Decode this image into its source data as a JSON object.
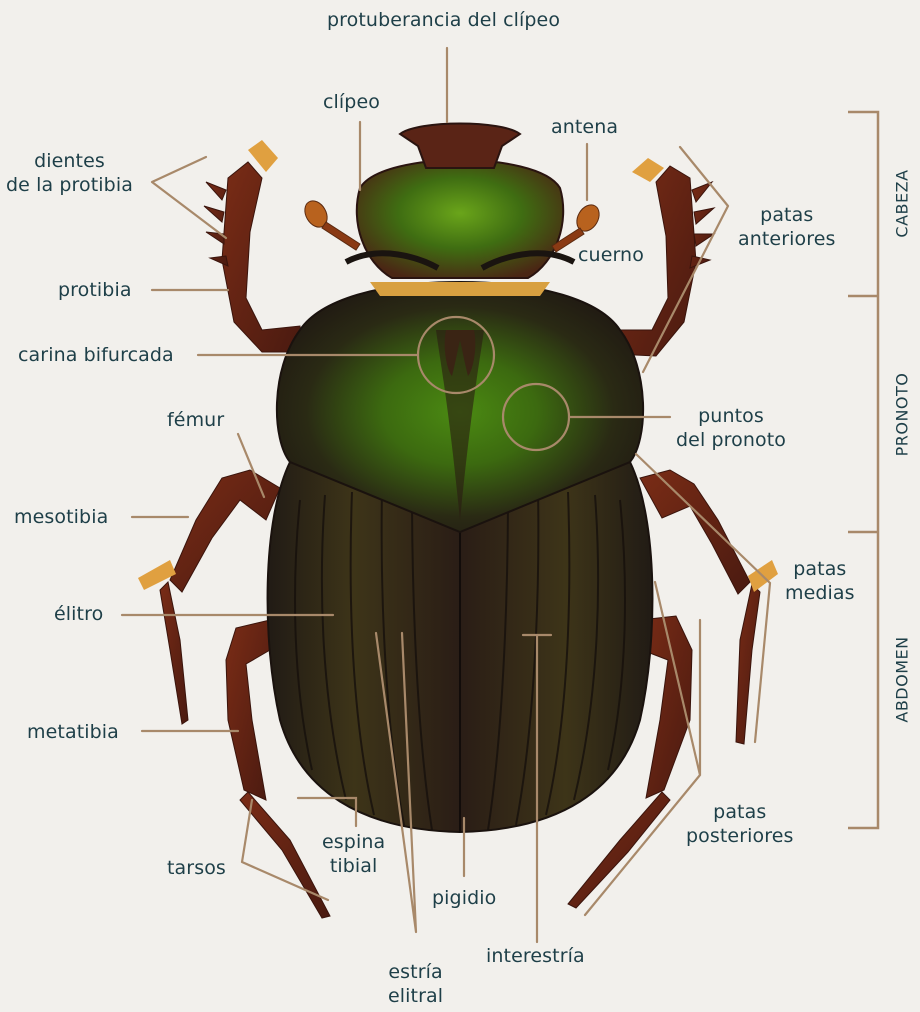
{
  "colors": {
    "background": "#f2f0ec",
    "leader_line": "#a8896a",
    "label_text": "#1e3f48",
    "beetle_green": "#4f8a14",
    "beetle_dark": "#2a1e18",
    "leg_red": "#6a2414"
  },
  "labels": {
    "protuberancia": "protuberancia del clípeo",
    "clipeo": "clípeo",
    "antena": "antena",
    "dientes": [
      "dientes",
      "de la protibia"
    ],
    "protibia": "protibia",
    "cuerno": "cuerno",
    "patas_anteriores": [
      "patas",
      "anteriores"
    ],
    "carina": "carina bifurcada",
    "femur": "fémur",
    "puntos": [
      "puntos",
      "del pronoto"
    ],
    "mesotibia": "mesotibia",
    "elitro": "élitro",
    "patas_medias": [
      "patas",
      "medias"
    ],
    "metatibia": "metatibia",
    "patas_posteriores": [
      "patas",
      "posteriores"
    ],
    "espina": [
      "espina",
      "tibial"
    ],
    "tarsos": "tarsos",
    "pigidio": "pigidio",
    "interestria": "interestría",
    "estria": [
      "estría",
      "elitral"
    ]
  },
  "sections": {
    "cabeza": "CABEZA",
    "pronoto": "PRONOTO",
    "abdomen": "ABDOMEN"
  }
}
